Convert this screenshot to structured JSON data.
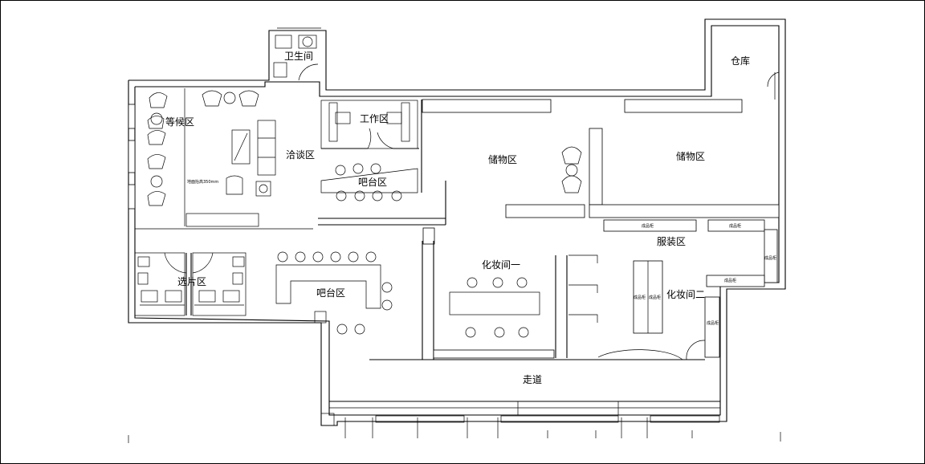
{
  "rooms": {
    "toilet": "卫生间",
    "warehouse": "仓库",
    "waiting": "等候区",
    "work": "工作区",
    "negotiation": "洽谈区",
    "bar_upper": "吧台区",
    "storage_left": "储物区",
    "storage_right": "储物区",
    "clothing": "服装区",
    "selection": "选片区",
    "bar_lower": "吧台区",
    "makeup_one": "化妆间一",
    "makeup_two": "化妆间二",
    "corridor": "走道"
  },
  "notes": {
    "floor_raise": "地面抬高350mm",
    "cabinet_1": "成品柜",
    "cabinet_2": "成品柜",
    "cabinet_3": "成品柜",
    "cabinet_4": "成品柜",
    "cabinet_5": "成品柜",
    "cabinet_6": "成品柜",
    "cabinet_7": "成品柜"
  }
}
